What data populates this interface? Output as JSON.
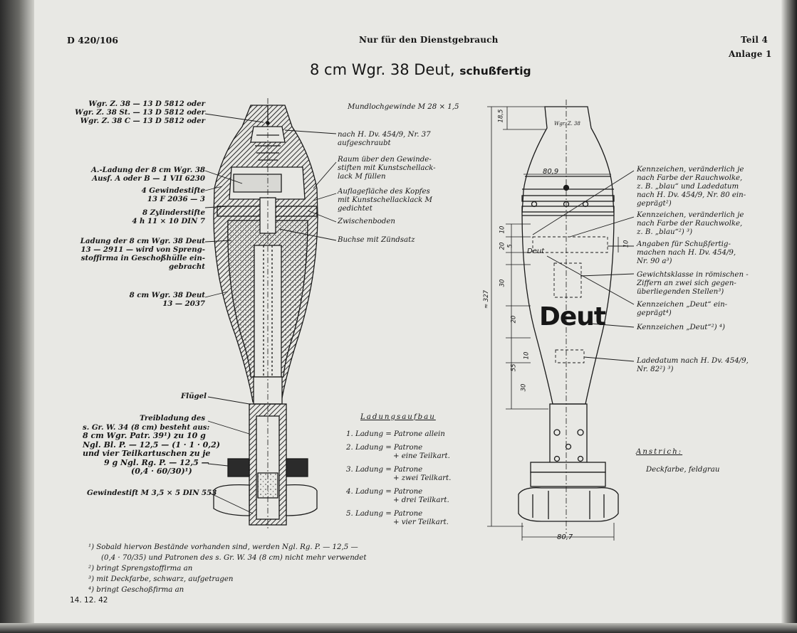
{
  "header": {
    "doc_number": "D 420/106",
    "restriction": "Nur für den Dienstgebrauch",
    "part": "Teil 4",
    "annex": "Anlage 1"
  },
  "title": {
    "main": "8 cm Wgr. 38 Deut,",
    "sub": "schußfertig"
  },
  "left_labels": {
    "fuze_1": "Wgr. Z. 38 — 13 D 5812 oder",
    "fuze_2": "Wgr. Z. 38 St. — 13 D 5812 oder",
    "fuze_3": "Wgr. Z. 38 C — 13 D 5812 oder",
    "aladung_1": "A.-Ladung der 8 cm Wgr. 38",
    "aladung_2": "Ausf. A oder B — 1 VII 6230",
    "gewindestifte_1": "4 Gewindestifte",
    "gewindestifte_2": "13 F 2036 — 3",
    "zylinderstifte_1": "8 Zylinderstifte",
    "zylinderstifte_2": "4 h 11 × 10 DIN 7",
    "ladung_1": "Ladung der 8 cm Wgr. 38 Deut",
    "ladung_2": "13 — 2911 — wird von Spreng-",
    "ladung_3": "stoffirma in Geschoßhülle ein-",
    "ladung_4": "gebracht",
    "wgr_1": "8 cm Wgr. 38 Deut",
    "wgr_2": "13 — 2037",
    "fluegel": "Flügel",
    "treib_1": "Treibladung des",
    "treib_2": "s. Gr. W. 34 (8 cm) besteht aus:",
    "treib_3": "8 cm Wgr. Patr. 39¹) zu 10 g",
    "treib_4": "Ngl. Bl. P. — 12,5 — (1 · 1 · 0,2)",
    "treib_5": "und vier Teilkartuschen zu je",
    "treib_6": "9 g Ngl. Rg. P. — 12,5 —",
    "treib_7": "(0,4 · 60/30)¹)",
    "gewindestift": "Gewindestift M 3,5 × 5 DIN 553"
  },
  "middle_labels": {
    "mundloch": "Mundlochgewinde M 28 × 1,5",
    "hdv_1": "nach H. Dv. 454/9, Nr. 37",
    "hdv_2": "aufgeschraubt",
    "raum_1": "Raum über den Gewinde-",
    "raum_2": "stiften mit Kunstschellack-",
    "raum_3": "lack M füllen",
    "auflage_1": "Auflagefläche des Kopfes",
    "auflage_2": "mit Kunstschellacklack M",
    "auflage_3": "gedichtet",
    "zwischenboden": "Zwischenboden",
    "buchse": "Buchse mit Zündsatz"
  },
  "ladungsaufbau": {
    "heading": "Ladungsaufbau",
    "rows": [
      {
        "num": "1. Ladung",
        "eq": "=",
        "a": "Patrone allein",
        "b": ""
      },
      {
        "num": "2. Ladung",
        "eq": "=",
        "a": "Patrone",
        "b": "+ eine Teilkart."
      },
      {
        "num": "3. Ladung",
        "eq": "=",
        "a": "Patrone",
        "b": "+ zwei Teilkart."
      },
      {
        "num": "4. Ladung",
        "eq": "=",
        "a": "Patrone",
        "b": "+ drei Teilkart."
      },
      {
        "num": "5. Ladung",
        "eq": "=",
        "a": "Patrone",
        "b": "+ vier Teilkart."
      }
    ]
  },
  "right_labels": {
    "kenn1_1": "Kennzeichen, veränderlich je",
    "kenn1_2": "nach Farbe der Rauchwolke,",
    "kenn1_3": "z. B. „blau“ und Ladedatum",
    "kenn1_4": "nach H. Dv. 454/9, Nr. 80 ein-",
    "kenn1_5": "geprägt²)",
    "kenn2_1": "Kennzeichen, veränderlich je",
    "kenn2_2": "nach Farbe der Rauchwolke,",
    "kenn2_3": "z. B. „blau“²) ³)",
    "angaben_1": "Angaben für Schußfertig-",
    "angaben_2": "machen nach H. Dv. 454/9,",
    "angaben_3": "Nr. 90 a³)",
    "gewicht_1": "Gewichtsklasse in römischen -",
    "gewicht_2": "Ziffern an zwei sich gegen-",
    "gewicht_3": "überliegenden Stellen³)",
    "deut1_1": "Kennzeichen „Deut“ ein-",
    "deut1_2": "geprägt⁴)",
    "deut2": "Kennzeichen „Deut“²) ⁴)",
    "lade_1": "Ladedatum nach H. Dv. 454/9,",
    "lade_2": "Nr. 82²) ³)",
    "anstrich_head": "Anstrich:",
    "anstrich_text": "Deckfarbe, feldgrau"
  },
  "drawing_marks": {
    "fuze_mark": "Wgr. Z. 38",
    "diam_head": "80,9",
    "deut_small": "Deut",
    "deut_big": "Deut",
    "diam_base": "80,7",
    "dim_185": "18,5",
    "dim_327": "≈ 327",
    "dim_10a": "10",
    "dim_20": "20",
    "dim_5": "5",
    "dim_30": "30",
    "dim_20b": "20",
    "dim_10b": "10",
    "dim_55": "55",
    "dim_30b": "30",
    "dim_10c": "10"
  },
  "footnotes": {
    "f1a": "¹) Sobald hiervon Bestände vorhanden sind, werden Ngl. Rg. P. — 12,5 —",
    "f1b": "(0,4 · 70/35) und Patronen des s. Gr. W. 34 (8 cm) nicht mehr verwendet",
    "f2": "²) bringt Sprengstoffirma an",
    "f3": "³) mit Deckfarbe, schwarz, aufgetragen",
    "f4": "⁴) bringt Geschoßfirma an"
  },
  "date": "14. 12. 42"
}
